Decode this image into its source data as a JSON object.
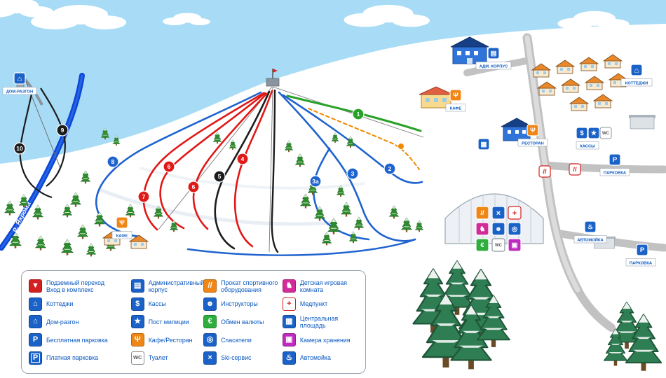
{
  "map": {
    "river_label": "р. Яхрома",
    "colors": {
      "sky": "#a8dcf6",
      "snow": "#ffffff",
      "river": "#0a47d6",
      "river_light": "#2f6ce8",
      "trail_green": "#28a228",
      "trail_blue": "#1f63cf",
      "trail_red": "#e01818",
      "trail_black": "#1c1c1c",
      "lift_orange": "#f08a00",
      "road": "#c2c2c2"
    },
    "trail_badges": [
      {
        "num": "1",
        "color": "#28a228"
      },
      {
        "num": "2",
        "color": "#1f63cf"
      },
      {
        "num": "3",
        "color": "#1f63cf"
      },
      {
        "num": "3а",
        "color": "#1f63cf"
      },
      {
        "num": "4",
        "color": "#e01818"
      },
      {
        "num": "5",
        "color": "#1c1c1c"
      },
      {
        "num": "6",
        "color": "#e01818"
      },
      {
        "num": "6",
        "color": "#e01818"
      },
      {
        "num": "7",
        "color": "#e01818"
      },
      {
        "num": "8",
        "color": "#1f63cf"
      },
      {
        "num": "9",
        "color": "#1c1c1c"
      },
      {
        "num": "10",
        "color": "#1c1c1c"
      }
    ],
    "markers": [
      {
        "name": "start-house",
        "glyph": "⌂",
        "bg": "#1b62c8",
        "fg": "#ffffff",
        "bd": "#ffffff",
        "label": "ДОМ-РАЗГОН"
      },
      {
        "name": "admin-building",
        "glyph": "▤",
        "bg": "#1b62c8",
        "fg": "#ffffff",
        "bd": "#ffffff",
        "label": "АДМ. КОРПУС"
      },
      {
        "name": "cafe-slope",
        "glyph": "Ψ",
        "bg": "#f08616",
        "fg": "#ffffff",
        "bd": "#ffffff",
        "label": "КАФЕ"
      },
      {
        "name": "cafe-top",
        "glyph": "Ψ",
        "bg": "#f08616",
        "fg": "#ffffff",
        "bd": "#ffffff",
        "label": "КАФЕ"
      },
      {
        "name": "restaurant",
        "glyph": "Ψ",
        "bg": "#f08616",
        "fg": "#ffffff",
        "bd": "#ffffff",
        "label": "РЕСТОРАН"
      },
      {
        "name": "cash-desk",
        "glyph": "$",
        "bg": "#1b62c8",
        "fg": "#ffffff",
        "bd": "#ffffff",
        "label": "КАССЫ"
      },
      {
        "name": "police-post",
        "glyph": "★",
        "bg": "#1b62c8",
        "fg": "#ffffff",
        "bd": "#ffffff",
        "label": ""
      },
      {
        "name": "wc",
        "glyph": "WC",
        "bg": "#ffffff",
        "fg": "#555555",
        "bd": "#8b949e",
        "label": ""
      },
      {
        "name": "cottages",
        "glyph": "⌂",
        "bg": "#1b62c8",
        "fg": "#ffffff",
        "bd": "#ffffff",
        "label": "КОТТЕДЖИ"
      },
      {
        "name": "parking-mid",
        "glyph": "P",
        "bg": "#1b62c8",
        "fg": "#ffffff",
        "bd": "#ffffff",
        "label": "ПАРКОВКА"
      },
      {
        "name": "parking-south",
        "glyph": "P",
        "bg": "#1b62c8",
        "fg": "#ffffff",
        "bd": "#ffffff",
        "label": "ПАРКОВКА"
      },
      {
        "name": "ski-school-1",
        "glyph": "//",
        "bg": "#ffffff",
        "fg": "#d42020",
        "bd": "#d42020",
        "label": ""
      },
      {
        "name": "ski-school-2",
        "glyph": "//",
        "bg": "#ffffff",
        "fg": "#d42020",
        "bd": "#d42020",
        "label": ""
      },
      {
        "name": "car-wash",
        "glyph": "♨",
        "bg": "#1b62c8",
        "fg": "#ffffff",
        "bd": "#ffffff",
        "label": "АВТОМОЙКА"
      },
      {
        "name": "central-square",
        "glyph": "▦",
        "bg": "#1b62c8",
        "fg": "#ffffff",
        "bd": "#ffffff",
        "label": ""
      }
    ],
    "service_panel": [
      {
        "name": "rental",
        "glyph": "//",
        "bg": "#f08616",
        "fg": "#ffffff",
        "bd": "#ffffff"
      },
      {
        "name": "ski-service",
        "glyph": "×",
        "bg": "#1b62c8",
        "fg": "#ffffff",
        "bd": "#ffffff"
      },
      {
        "name": "first-aid",
        "glyph": "+",
        "bg": "#ffffff",
        "fg": "#d42020",
        "bd": "#d42020"
      },
      {
        "name": "kids-room",
        "glyph": "♞",
        "bg": "#d42b9a",
        "fg": "#ffffff",
        "bd": "#ffffff"
      },
      {
        "name": "instructors",
        "glyph": "☻",
        "bg": "#1b62c8",
        "fg": "#ffffff",
        "bd": "#ffffff"
      },
      {
        "name": "rescue",
        "glyph": "◎",
        "bg": "#1b62c8",
        "fg": "#ffffff",
        "bd": "#ffffff"
      },
      {
        "name": "currency",
        "glyph": "€",
        "bg": "#2fae3e",
        "fg": "#ffffff",
        "bd": "#ffffff"
      },
      {
        "name": "wc",
        "glyph": "WC",
        "bg": "#ffffff",
        "fg": "#555555",
        "bd": "#8b949e"
      },
      {
        "name": "storage",
        "glyph": "▣",
        "bg": "#c02bbf",
        "fg": "#ffffff",
        "bd": "#ffffff"
      }
    ]
  },
  "legend": {
    "items": [
      {
        "name": "underground-pass",
        "glyph": "▼",
        "bg": "#d42020",
        "fg": "#ffffff",
        "bd": "#a81616",
        "label": "Подземный переход\nВход в комплекс"
      },
      {
        "name": "cottages",
        "glyph": "⌂",
        "bg": "#1b62c8",
        "fg": "#ffffff",
        "bd": "#124a99",
        "label": "Коттеджи"
      },
      {
        "name": "start-house",
        "glyph": "⌂",
        "bg": "#1b62c8",
        "fg": "#ffffff",
        "bd": "#124a99",
        "label": "Дом-разгон"
      },
      {
        "name": "free-parking",
        "glyph": "P",
        "bg": "#1b62c8",
        "fg": "#ffffff",
        "bd": "#124a99",
        "label": "Бесплатная парковка"
      },
      {
        "name": "paid-parking",
        "glyph": "P",
        "bg": "#1b62c8",
        "fg": "#ffffff",
        "bd": "#124a99",
        "label": "Платная парковка"
      },
      {
        "name": "admin-building",
        "glyph": "▤",
        "bg": "#1b62c8",
        "fg": "#ffffff",
        "bd": "#124a99",
        "label": "Административный\nкорпус"
      },
      {
        "name": "cash-desk",
        "glyph": "$",
        "bg": "#1b62c8",
        "fg": "#ffffff",
        "bd": "#124a99",
        "label": "Кассы"
      },
      {
        "name": "police-post",
        "glyph": "★",
        "bg": "#1b62c8",
        "fg": "#ffffff",
        "bd": "#124a99",
        "label": "Пост милиции"
      },
      {
        "name": "cafe-restaurant",
        "glyph": "Ψ",
        "bg": "#f08616",
        "fg": "#ffffff",
        "bd": "#b5650f",
        "label": "Кафе/Ресторан"
      },
      {
        "name": "wc",
        "glyph": "WC",
        "bg": "#ffffff",
        "fg": "#555555",
        "bd": "#888888",
        "label": "Туалет"
      },
      {
        "name": "sport-rental",
        "glyph": "//",
        "bg": "#f08616",
        "fg": "#ffffff",
        "bd": "#b5650f",
        "label": "Прокат спортивного\nоборудования"
      },
      {
        "name": "instructors",
        "glyph": "☻",
        "bg": "#1b62c8",
        "fg": "#ffffff",
        "bd": "#124a99",
        "label": "Инструкторы"
      },
      {
        "name": "currency-exchange",
        "glyph": "€",
        "bg": "#2fae3e",
        "fg": "#ffffff",
        "bd": "#1f8a2d",
        "label": "Обмен валюты"
      },
      {
        "name": "rescue",
        "glyph": "◎",
        "bg": "#1b62c8",
        "fg": "#ffffff",
        "bd": "#124a99",
        "label": "Спасатели"
      },
      {
        "name": "ski-service",
        "glyph": "×",
        "bg": "#1b62c8",
        "fg": "#ffffff",
        "bd": "#124a99",
        "label": "Ski-сервис"
      },
      {
        "name": "kids-room",
        "glyph": "♞",
        "bg": "#d42b9a",
        "fg": "#ffffff",
        "bd": "#a11e74",
        "label": "Детская игровая комната"
      },
      {
        "name": "first-aid",
        "glyph": "+",
        "bg": "#ffffff",
        "fg": "#d42020",
        "bd": "#d42020",
        "label": "Медпункт"
      },
      {
        "name": "central-square",
        "glyph": "▦",
        "bg": "#1b62c8",
        "fg": "#ffffff",
        "bd": "#124a99",
        "label": "Центральная площадь"
      },
      {
        "name": "storage",
        "glyph": "▣",
        "bg": "#c02bbf",
        "fg": "#ffffff",
        "bd": "#8f1f8e",
        "label": "Камера хранения"
      },
      {
        "name": "car-wash",
        "glyph": "♨",
        "bg": "#1b62c8",
        "fg": "#ffffff",
        "bd": "#124a99",
        "label": "Автомойка"
      }
    ]
  }
}
